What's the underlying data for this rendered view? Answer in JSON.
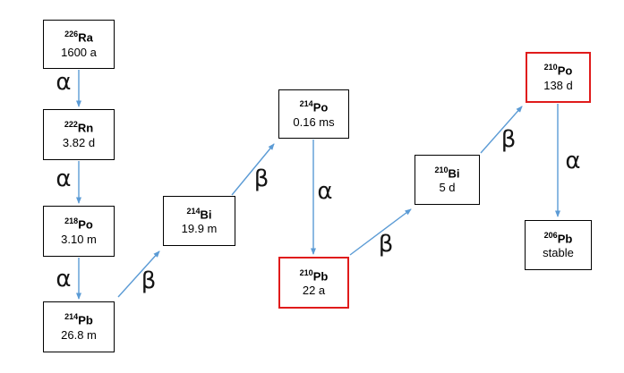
{
  "diagram": {
    "description": "Decay chain of radium-226 to stable lead-206"
  },
  "colors": {
    "arrow_blue": "#5b9bd5",
    "border_black": "#000000",
    "border_red": "#e01b1b",
    "background": "#ffffff",
    "text": "#000000"
  },
  "nuclides": [
    {
      "mass": "226",
      "symbol": "Ra",
      "half_life": "1600 a",
      "border": "black"
    },
    {
      "mass": "222",
      "symbol": "Rn",
      "half_life": "3.82 d",
      "border": "black"
    },
    {
      "mass": "218",
      "symbol": "Po",
      "half_life": "3.10 m",
      "border": "black"
    },
    {
      "mass": "214",
      "symbol": "Pb",
      "half_life": "26.8 m",
      "border": "black"
    },
    {
      "mass": "214",
      "symbol": "Bi",
      "half_life": "19.9 m",
      "border": "black"
    },
    {
      "mass": "214",
      "symbol": "Po",
      "half_life": "0.16 ms",
      "border": "black"
    },
    {
      "mass": "210",
      "symbol": "Pb",
      "half_life": "22 a",
      "border": "red"
    },
    {
      "mass": "210",
      "symbol": "Bi",
      "half_life": "5 d",
      "border": "black"
    },
    {
      "mass": "210",
      "symbol": "Po",
      "half_life": "138 d",
      "border": "red"
    },
    {
      "mass": "206",
      "symbol": "Pb",
      "half_life": "stable",
      "border": "black"
    }
  ],
  "decays": [
    {
      "from": "226Ra",
      "to": "222Rn",
      "type": "alpha",
      "label": "α"
    },
    {
      "from": "222Rn",
      "to": "218Po",
      "type": "alpha",
      "label": "α"
    },
    {
      "from": "218Po",
      "to": "214Pb",
      "type": "alpha",
      "label": "α"
    },
    {
      "from": "214Pb",
      "to": "214Bi",
      "type": "beta",
      "label": "β"
    },
    {
      "from": "214Bi",
      "to": "214Po",
      "type": "beta",
      "label": "β"
    },
    {
      "from": "214Po",
      "to": "210Pb",
      "type": "alpha",
      "label": "α"
    },
    {
      "from": "210Pb",
      "to": "210Bi",
      "type": "beta",
      "label": "β"
    },
    {
      "from": "210Bi",
      "to": "210Po",
      "type": "beta",
      "label": "β"
    },
    {
      "from": "210Po",
      "to": "206Pb",
      "type": "alpha",
      "label": "α"
    }
  ]
}
